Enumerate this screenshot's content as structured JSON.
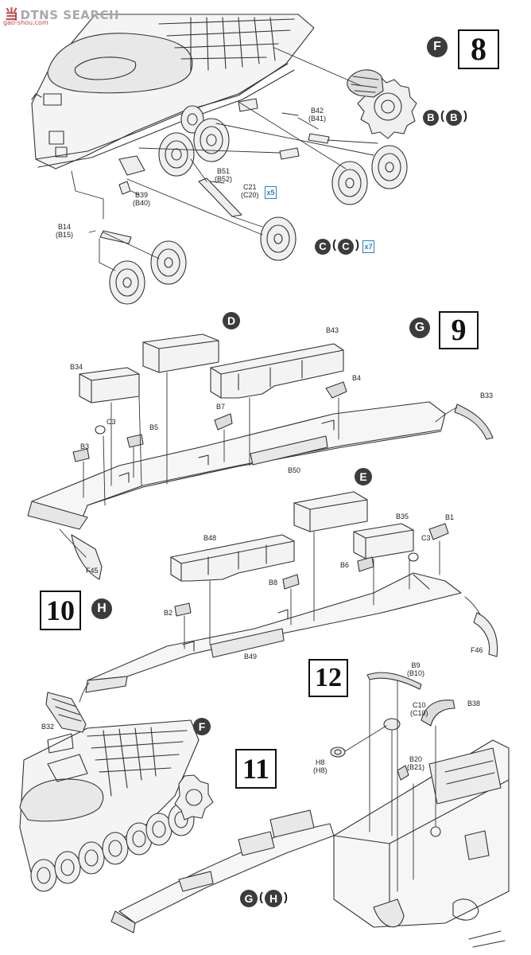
{
  "watermark": {
    "zh": "当",
    "text": "DTNS SEARCH",
    "url": "gao-shou.com"
  },
  "steps": [
    {
      "n": "8",
      "sub": "F"
    },
    {
      "n": "9",
      "sub": "G"
    },
    {
      "n": "10",
      "sub": "H"
    },
    {
      "n": "11",
      "sub": ""
    },
    {
      "n": "12",
      "sub": ""
    }
  ],
  "callouts": {
    "step8_sprocket": {
      "a": "B",
      "b": "B"
    },
    "step8_wheel": {
      "a": "C",
      "b": "C",
      "mult": "x7"
    },
    "step9_box": "D",
    "step10_box": "E",
    "step11_sub": "F",
    "step11_rail": {
      "a": "G",
      "b": "H"
    }
  },
  "labels": {
    "b42": "B42",
    "b41": "(B41)",
    "b51": "B51",
    "b52": "(B52)",
    "c21": "C21",
    "c20": "(C20)",
    "x5": "x5",
    "b39": "B39",
    "b40": "(B40)",
    "b14": "B14",
    "b15": "(B15)",
    "b43": "B43",
    "b34": "B34",
    "b4": "B4",
    "b33": "B33",
    "b7": "B7",
    "c3a": "C3",
    "b5": "B5",
    "b3": "B3",
    "b50": "B50",
    "f45": "F45",
    "b35": "B35",
    "b1": "B1",
    "c3b": "C3",
    "b48": "B48",
    "b6": "B6",
    "b8": "B8",
    "b2": "B2",
    "b49": "B49",
    "f46": "F46",
    "b32": "B32",
    "b9": "B9",
    "b10": "(B10)",
    "c10": "C10",
    "c10b": "(C10)",
    "b38": "B38",
    "h8": "H8",
    "h8b": "(H8)",
    "b20": "B20",
    "b21": "(B21)"
  }
}
